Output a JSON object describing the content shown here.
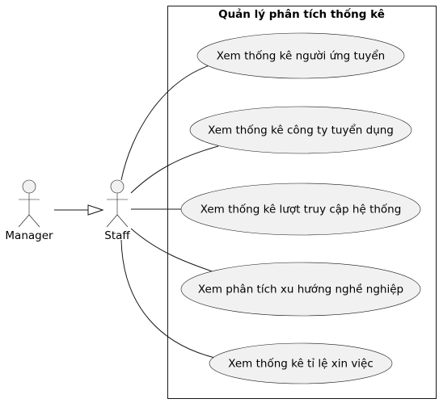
{
  "boundary": {
    "title": "Quản lý phân tích thống kê"
  },
  "actors": {
    "manager": {
      "label": "Manager"
    },
    "staff": {
      "label": "Staff"
    }
  },
  "use_cases": [
    {
      "label": "Xem thống kê người ứng tuyển"
    },
    {
      "label": "Xem thống kê công ty tuyển dụng"
    },
    {
      "label": "Xem thống kê lượt truy cập hệ thống"
    },
    {
      "label": "Xem phân tích xu hướng nghề nghiệp"
    },
    {
      "label": "Xem thống kê tỉ lệ xin việc"
    }
  ],
  "colors": {
    "element_fill": "#f1f1f1",
    "stroke": "#181818",
    "background": "#ffffff"
  }
}
